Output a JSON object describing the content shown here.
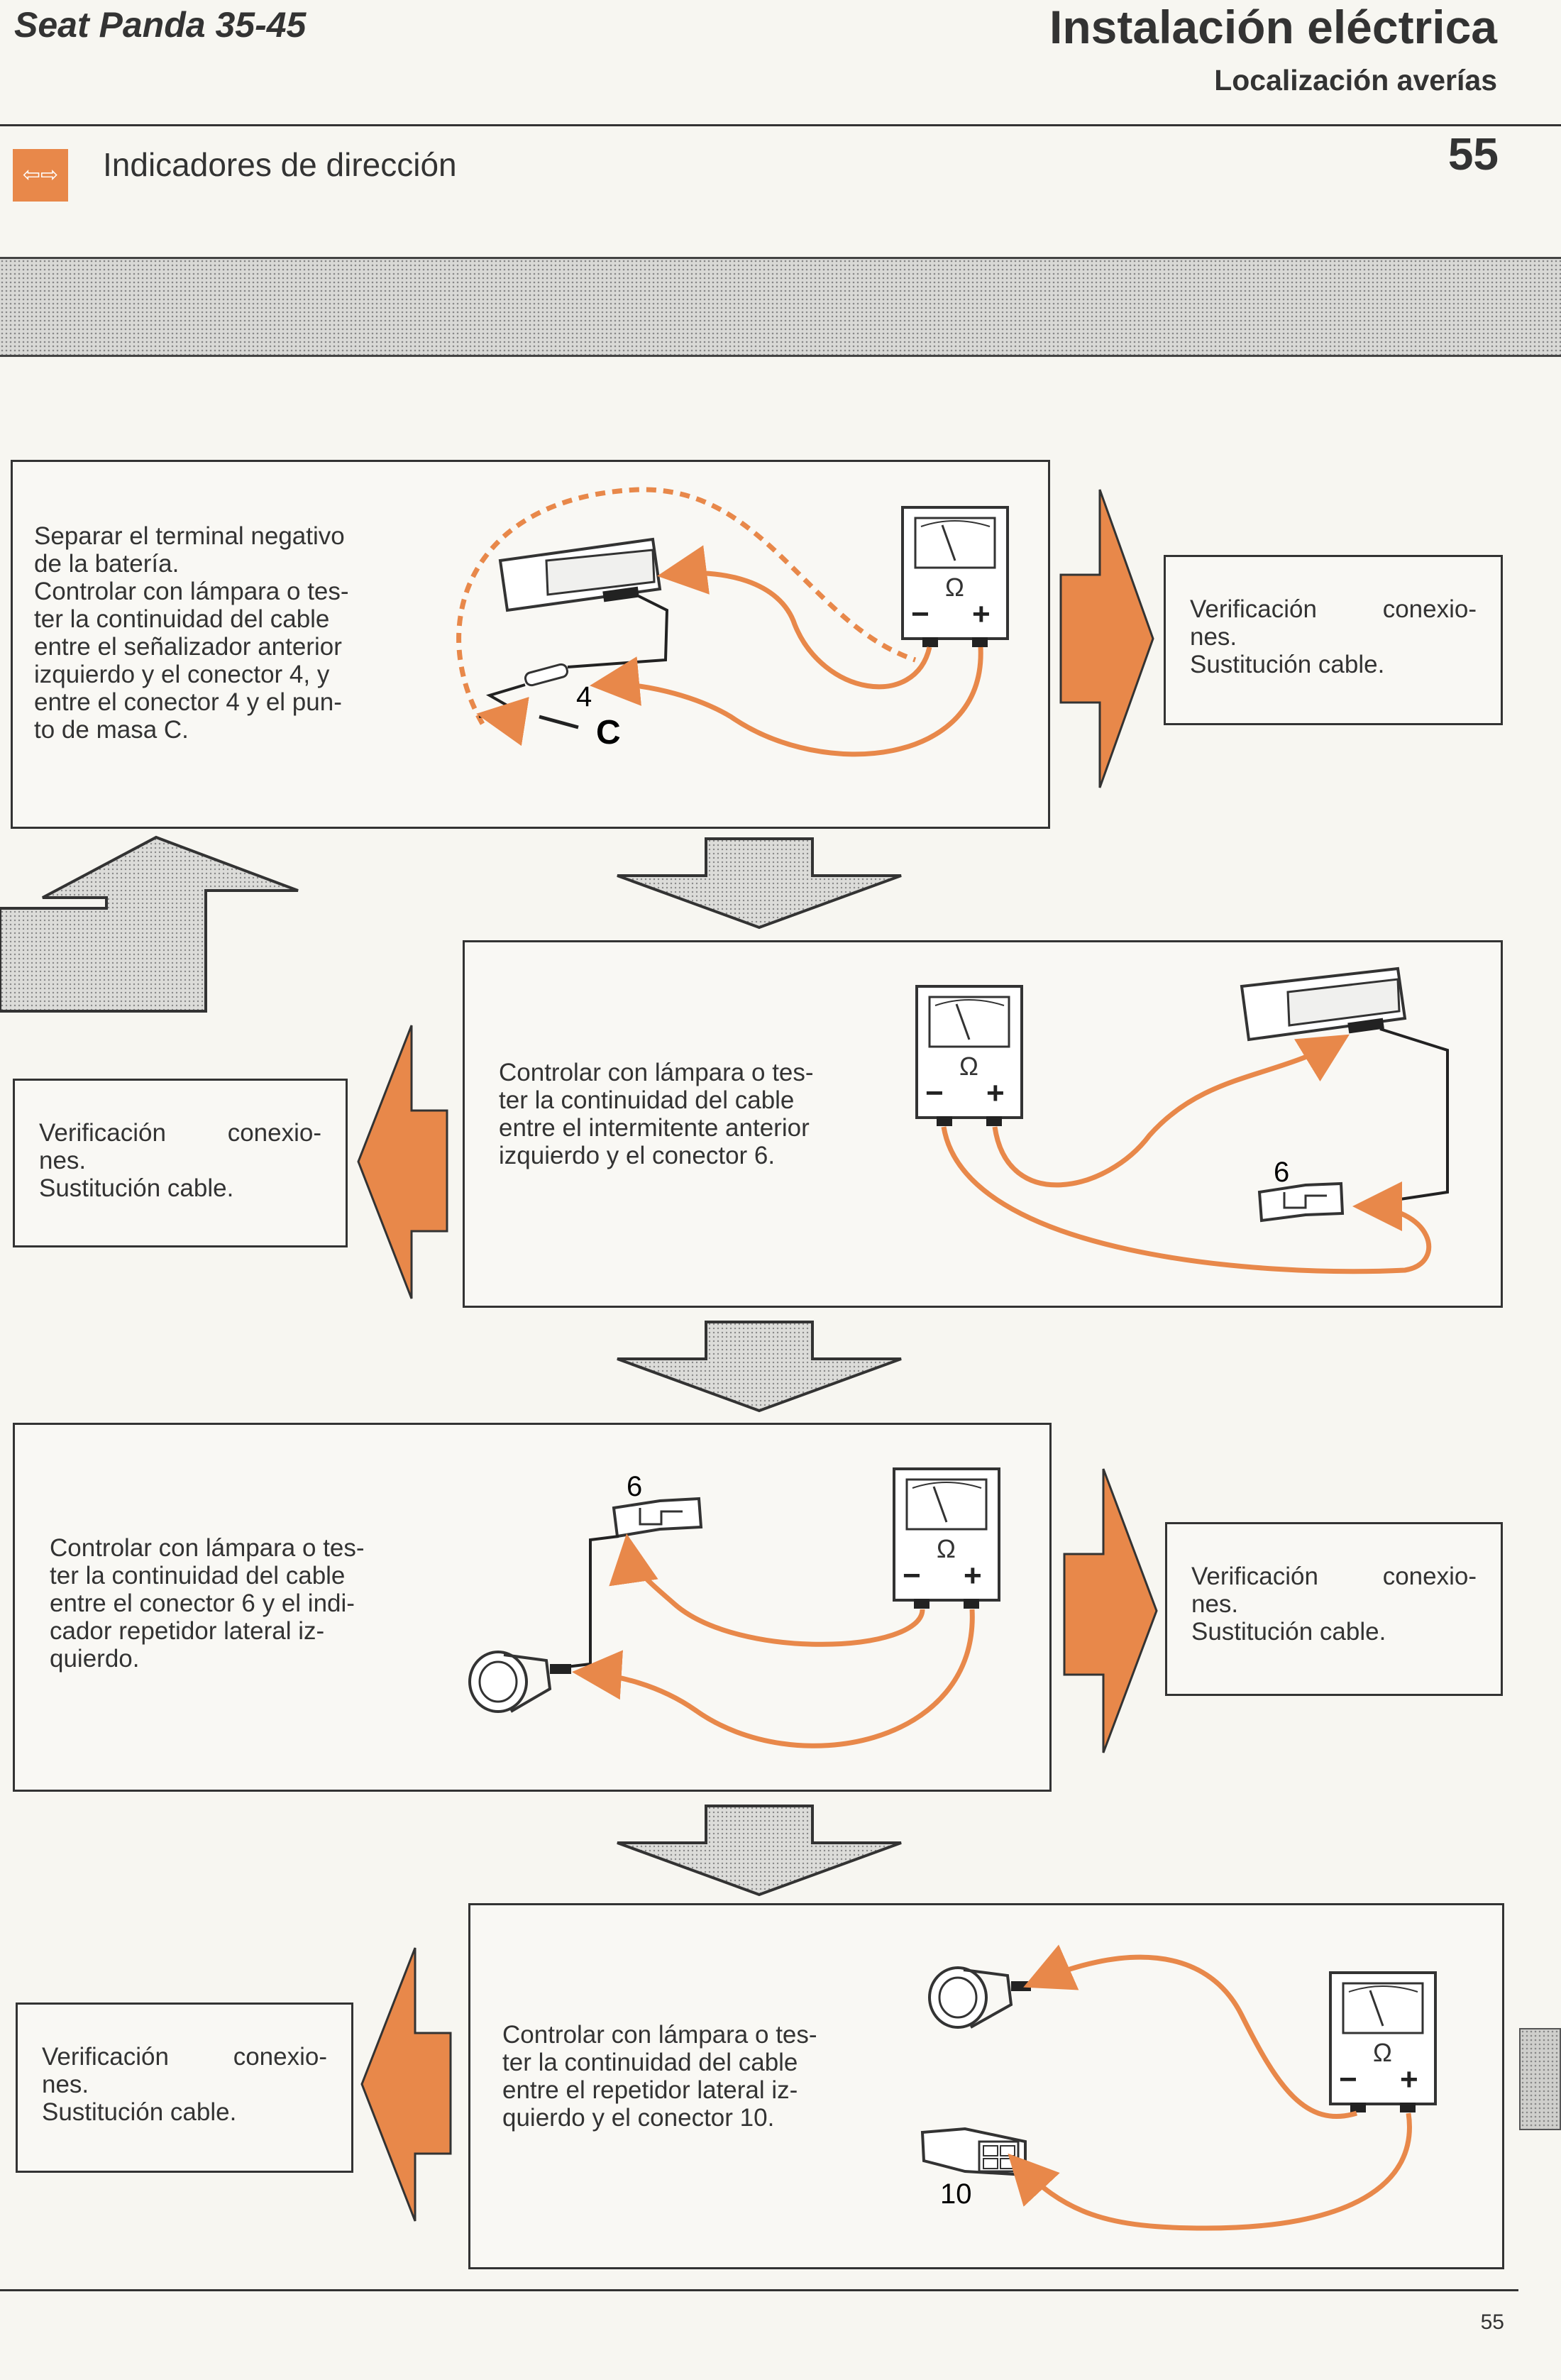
{
  "header": {
    "book_title": "Seat Panda 35-45",
    "chapter": "Instalación eléctrica",
    "subchapter": "Localización averías",
    "section_icon": "arrows-left-right-icon",
    "section_title": "Indicadores de dirección",
    "page_number": "55"
  },
  "steps": [
    {
      "desc_lines": [
        "Separar el terminal negativo",
        "de la batería.",
        "Controlar con lámpara o tes-",
        "ter la continuidad del cable",
        "entre el señalizador anterior",
        "izquierdo y el conector 4, y",
        "entre el conector 4 y el pun-",
        "to de masa C."
      ],
      "labels": [
        "4",
        "C"
      ],
      "verify_line1": "Verificación conexio-",
      "verify_line2": "nes.",
      "verify_line3": "Sustitución cable."
    },
    {
      "desc_lines": [
        "Controlar con lámpara o tes-",
        "ter la continuidad del cable",
        "entre el intermitente anterior",
        "izquierdo y el conector 6."
      ],
      "labels": [
        "6"
      ],
      "verify_line1": "Verificación conexio-",
      "verify_line2": "nes.",
      "verify_line3": "Sustitución cable."
    },
    {
      "desc_lines": [
        "Controlar con lámpara o tes-",
        "ter la continuidad del cable",
        "entre el conector 6 y el indi-",
        "cador repetidor lateral iz-",
        "quierdo."
      ],
      "labels": [
        "6"
      ],
      "verify_line1": "Verificación conexio-",
      "verify_line2": "nes.",
      "verify_line3": "Sustitución cable."
    },
    {
      "desc_lines": [
        "Controlar con lámpara o tes-",
        "ter la continuidad del cable",
        "entre el repetidor lateral iz-",
        "quierdo y el conector 10."
      ],
      "labels": [
        "10"
      ],
      "verify_line1": "Verificación conexio-",
      "verify_line2": "nes.",
      "verify_line3": "Sustitución cable."
    }
  ],
  "meter": {
    "symbol": "Ω",
    "minus": "−",
    "plus": "+"
  },
  "footer": {
    "page_number": "55"
  },
  "colors": {
    "accent": "#e8884a",
    "ink": "#333333",
    "paper": "#f7f6f1"
  }
}
